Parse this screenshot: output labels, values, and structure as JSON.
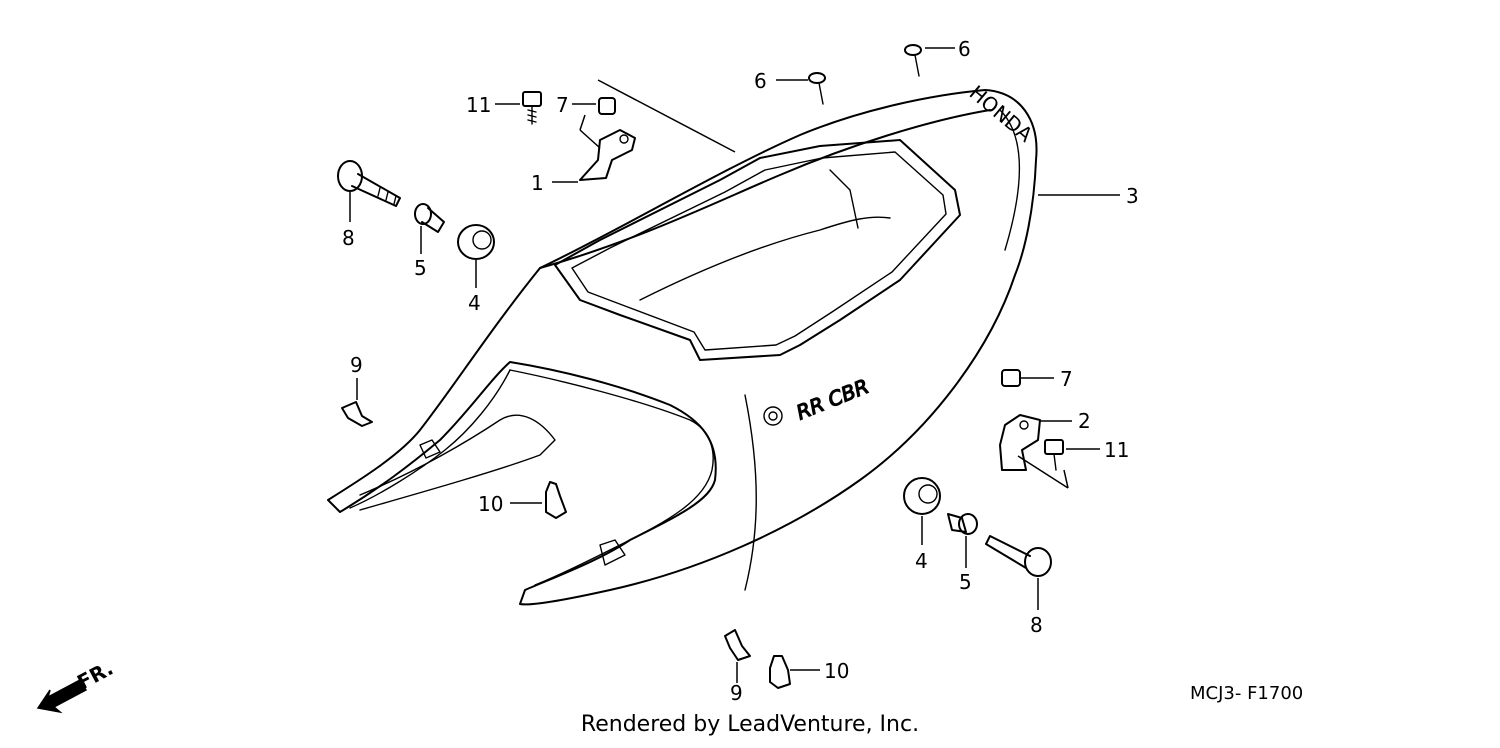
{
  "diagram": {
    "code": "MCJ3- F1700",
    "footer": "Rendered by LeadVenture, Inc.",
    "direction_label": "FR.",
    "cowl_brand": "HONDA",
    "cowl_logo": "RR CBR",
    "callouts": [
      "11",
      "7",
      "1",
      "6",
      "6",
      "3",
      "8",
      "5",
      "4",
      "9",
      "10",
      "7",
      "2",
      "11",
      "4",
      "5",
      "8",
      "9",
      "10"
    ]
  }
}
